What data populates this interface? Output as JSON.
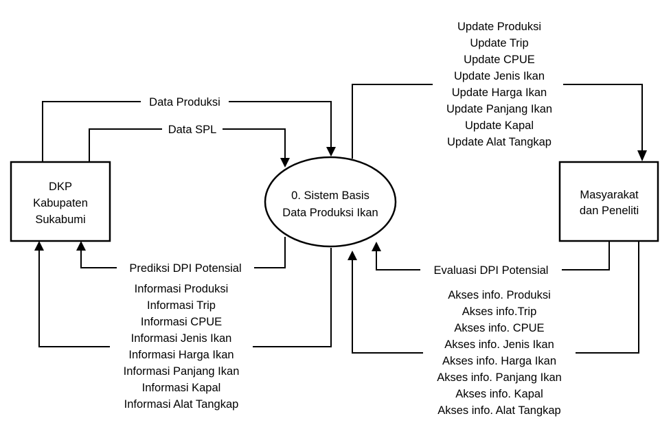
{
  "entities": {
    "dkp": {
      "lines": [
        "DKP",
        "Kabupaten",
        "Sukabumi"
      ]
    },
    "masyarakat": {
      "lines": [
        "Masyarakat",
        "dan Peneliti"
      ]
    }
  },
  "process": {
    "lines": [
      "0. Sistem Basis",
      "Data Produksi Ikan"
    ]
  },
  "flows": {
    "data_produksi": "Data Produksi",
    "data_spl": "Data SPL",
    "prediksi_dpi": "Prediksi DPI Potensial",
    "evaluasi_dpi": "Evaluasi DPI Potensial",
    "update": [
      "Update Produksi",
      "Update Trip",
      "Update CPUE",
      "Update Jenis Ikan",
      "Update Harga Ikan",
      "Update Panjang Ikan",
      "Update Kapal",
      "Update Alat Tangkap"
    ],
    "informasi": [
      "Informasi Produksi",
      "Informasi Trip",
      "Informasi CPUE",
      "Informasi Jenis Ikan",
      "Informasi Harga Ikan",
      "Informasi Panjang Ikan",
      "Informasi Kapal",
      "Informasi Alat Tangkap"
    ],
    "akses": [
      "Akses info. Produksi",
      "Akses info.Trip",
      "Akses info. CPUE",
      "Akses info. Jenis Ikan",
      "Akses info. Harga Ikan",
      "Akses info. Panjang Ikan",
      "Akses info. Kapal",
      "Akses info. Alat Tangkap"
    ]
  }
}
